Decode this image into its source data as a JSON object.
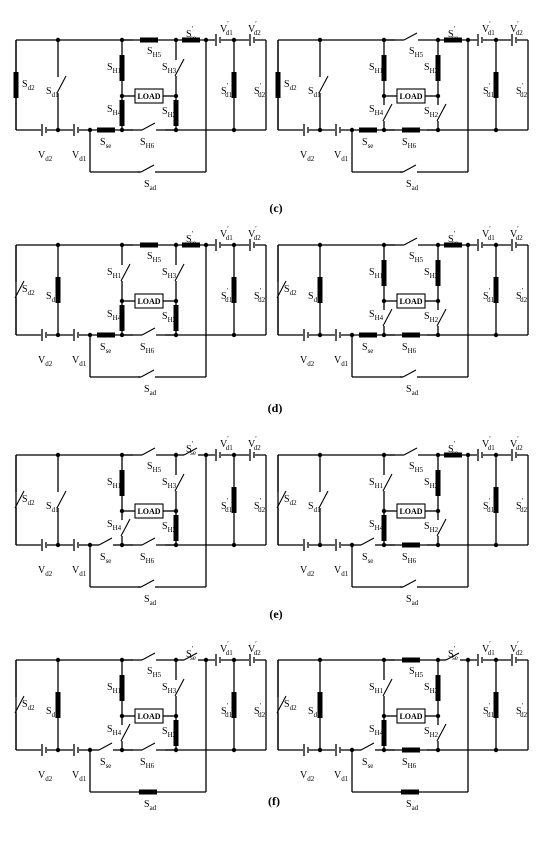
{
  "labels": {
    "sd2": [
      "S",
      "d2",
      ""
    ],
    "sd1": [
      "S",
      "d1",
      ""
    ],
    "sh1": [
      "S",
      "H1",
      ""
    ],
    "sh2": [
      "S",
      "H2",
      ""
    ],
    "sh3": [
      "S",
      "H3",
      ""
    ],
    "sh4": [
      "S",
      "H4",
      ""
    ],
    "sh5": [
      "S",
      "H5",
      ""
    ],
    "sh6": [
      "S",
      "H6",
      ""
    ],
    "sse": [
      "S",
      "se",
      ""
    ],
    "sse_p": [
      "S",
      "se",
      "′"
    ],
    "sd1_p": [
      "S",
      "d1",
      "′"
    ],
    "sd2_p": [
      "S",
      "d2",
      "′"
    ],
    "vd1": [
      "V",
      "d1",
      ""
    ],
    "vd2": [
      "V",
      "d2",
      ""
    ],
    "vd1_p": [
      "V",
      "d1",
      "′"
    ],
    "vd2_p": [
      "V",
      "d2",
      "′"
    ],
    "sad": [
      "S",
      "ad",
      ""
    ],
    "load": "LOAD"
  },
  "captions": [
    "(c)",
    "(d)",
    "(e)",
    "(f)"
  ],
  "rows": [
    {
      "caption_index": 0,
      "panels": [
        {
          "on": [
            "sd2",
            "sh5",
            "sse_p",
            "sd1_p",
            "sh1",
            "sh4",
            "sh2",
            "sse"
          ]
        },
        {
          "on": [
            "sd2",
            "sse_p",
            "sd1_p",
            "sh1",
            "sh3",
            "sh6",
            "sse"
          ]
        }
      ]
    },
    {
      "caption_index": 1,
      "panels": [
        {
          "on": [
            "sd1",
            "sh5",
            "sse_p",
            "sd1_p",
            "sh4",
            "sh2",
            "sse"
          ]
        },
        {
          "on": [
            "sd1",
            "sse_p",
            "sd1_p",
            "sh1",
            "sh3",
            "sh6",
            "sse"
          ]
        }
      ]
    },
    {
      "caption_index": 2,
      "panels": [
        {
          "on": [
            "sd1_p",
            "sh1",
            "sh2"
          ]
        },
        {
          "on": [
            "sse_p",
            "sd1_p",
            "sh3",
            "sh4",
            "sh6"
          ]
        }
      ]
    },
    {
      "caption_index": 3,
      "panels": [
        {
          "on": [
            "sd1",
            "sd1_p",
            "sh1",
            "sh2",
            "sad"
          ]
        },
        {
          "on": [
            "sd1",
            "sh5",
            "sd1_p",
            "sh3",
            "sh4",
            "sh6",
            "sad"
          ]
        }
      ]
    }
  ]
}
